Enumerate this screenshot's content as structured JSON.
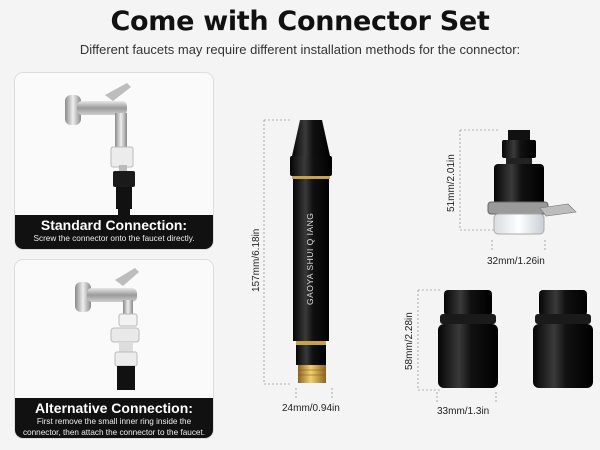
{
  "header": {
    "title": "Come with Connector Set",
    "subtitle": "Different faucets may require different installation methods for the connector:"
  },
  "cards": [
    {
      "title": "Standard Connection:",
      "description": "Screw the connector onto the faucet directly."
    },
    {
      "title": "Alternative Connection:",
      "description_line1": "First remove the small inner ring inside the",
      "description_line2": "connector, then attach the connector to the faucet."
    }
  ],
  "dimensions": {
    "nozzle_height": "157mm/6.18in",
    "nozzle_width": "24mm/0.94in",
    "adapter_height": "51mm/2.01in",
    "adapter_width": "32mm/1.26in",
    "connector_height": "58mm/2.28in",
    "connector_width": "33mm/1.3in"
  },
  "nozzle_text": "GAOYA SHUI Q IANG",
  "colors": {
    "background": "#f4f4f4",
    "caption_bg": "#111111",
    "product_black": "#0d0d0d",
    "brass": "#d6a73e",
    "accent_ring": "#c8a24a"
  }
}
